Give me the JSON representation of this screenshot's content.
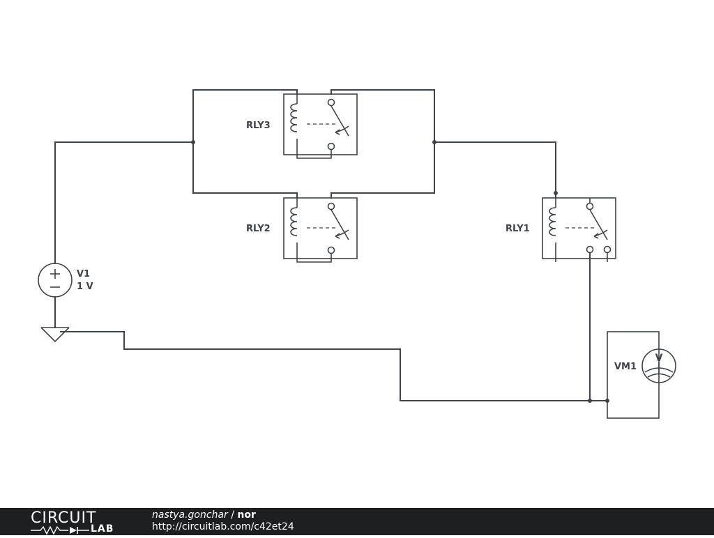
{
  "components": {
    "rly3": {
      "label": "RLY3"
    },
    "rly2": {
      "label": "RLY2"
    },
    "rly1": {
      "label": "RLY1"
    },
    "v1": {
      "label": "V1",
      "value": "1 V"
    },
    "vm1": {
      "label": "VM1",
      "symbol": "V"
    }
  },
  "footer": {
    "logo_top": "CIRCUIT",
    "logo_bottom": "LAB",
    "author": "nastya.gonchar",
    "separator": " / ",
    "title": "nor",
    "url": "http://circuitlab.com/c42et24"
  },
  "colors": {
    "wire": "#3d4348",
    "footer_bg": "#1d1f21"
  }
}
